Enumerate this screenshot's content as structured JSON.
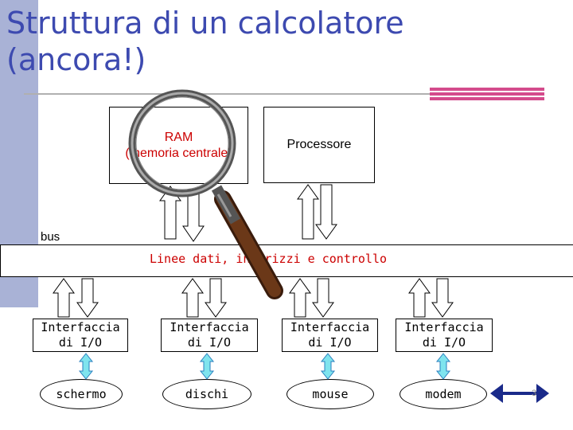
{
  "title": "Struttura di un calcolatore\n(ancora!)",
  "ram": {
    "line1": "RAM",
    "line2": "(memoria centrale)"
  },
  "processor": {
    "label": "Processore"
  },
  "bus": {
    "label": "bus",
    "description": "Linee dati, indirizzi e controllo"
  },
  "interfaces": [
    {
      "label": "Interfaccia\ndi I/O"
    },
    {
      "label": "Interfaccia\ndi I/O"
    },
    {
      "label": "Interfaccia\ndi I/O"
    },
    {
      "label": "Interfaccia\ndi I/O"
    }
  ],
  "devices": [
    {
      "label": "schermo"
    },
    {
      "label": "dischi"
    },
    {
      "label": "mouse"
    },
    {
      "label": "modem"
    }
  ],
  "page_number": "3",
  "icons": [
    "magnifying-glass-icon",
    "double-arrow-nav-icon"
  ],
  "colors": {
    "title": "#3d4ab0",
    "accent_text": "#cc0000",
    "sidebar": "#a9b2d6",
    "rule": "#d44b8c"
  }
}
